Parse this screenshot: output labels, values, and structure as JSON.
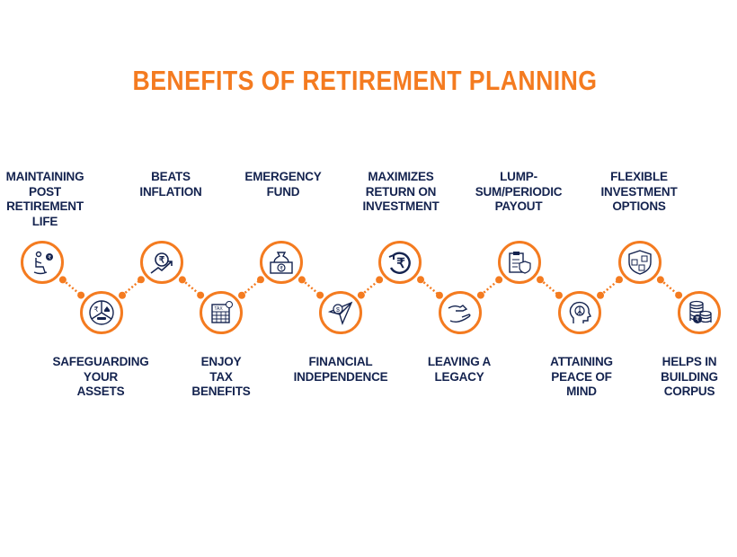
{
  "title": "BENEFITS OF RETIREMENT PLANNING",
  "colors": {
    "accent": "#f47b20",
    "text": "#14234f"
  },
  "benefits": [
    {
      "label": "MAINTAINING\nPOST\nRETIREMENT\nLIFE",
      "icon": "rocking-chair-icon",
      "row": "top"
    },
    {
      "label": "SAFEGUARDING\nYOUR\nASSETS",
      "icon": "assets-pie-icon",
      "row": "bottom"
    },
    {
      "label": "BEATS\nINFLATION",
      "icon": "rupee-growth-icon",
      "row": "top"
    },
    {
      "label": "ENJOY\nTAX\nBENEFITS",
      "icon": "tax-calendar-icon",
      "row": "bottom"
    },
    {
      "label": "EMERGENCY\nFUND",
      "icon": "money-bag-icon",
      "row": "top"
    },
    {
      "label": "FINANCIAL\nINDEPENDENCE",
      "icon": "paper-plane-dollar-icon",
      "row": "bottom"
    },
    {
      "label": "MAXIMIZES\nRETURN ON\nINVESTMENT",
      "icon": "rupee-return-icon",
      "row": "top"
    },
    {
      "label": "LEAVING A\nLEGACY",
      "icon": "handing-over-icon",
      "row": "bottom"
    },
    {
      "label": "LUMP-\nSUM/PERIODIC\nPAYOUT",
      "icon": "clipboard-shield-icon",
      "row": "top"
    },
    {
      "label": "ATTAINING\nPEACE OF\nMIND",
      "icon": "head-peace-icon",
      "row": "bottom"
    },
    {
      "label": "FLEXIBLE\nINVESTMENT\nOPTIONS",
      "icon": "shield-options-icon",
      "row": "top"
    },
    {
      "label": "HELPS IN\nBUILDING\nCORPUS",
      "icon": "coin-stack-icon",
      "row": "bottom"
    }
  ]
}
